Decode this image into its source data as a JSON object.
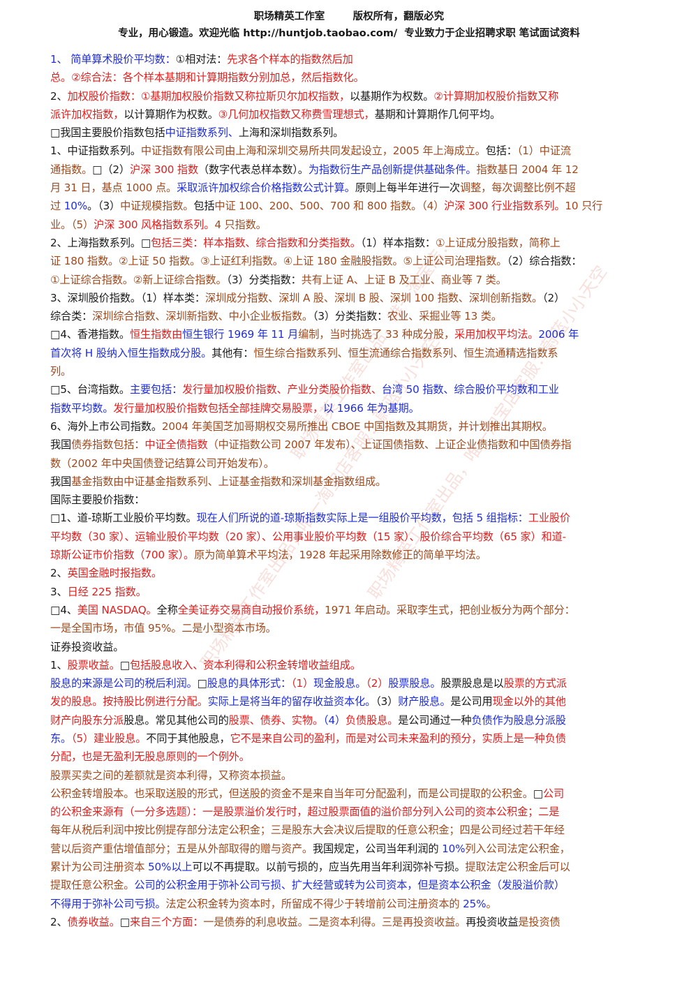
{
  "header": {
    "line1": "职场精英工作室        版权所有，翻版必究",
    "line2": "专业，用心锻造。欢迎光临 http://huntjob.taobao.com/  专业致力于企业招聘求职 笔试面试资料"
  },
  "watermark": {
    "text": "职场精英工作室出品，唯一淘宝店：",
    "text2": "职场精英工作室出品，唯一淘宝店客服：蔚蓝小小天空"
  },
  "colors": {
    "black": "#1a1a1a",
    "red": "#e0201f",
    "blue": "#1f2ed8",
    "brown": "#9e4a1e"
  },
  "lines": [
    [
      [
        "b",
        "1、 简单算术股价平均数："
      ],
      [
        "k",
        "①相对法："
      ],
      [
        "r",
        "先求各个样本的指数然后加"
      ]
    ],
    [
      [
        "r",
        "总。②综合法：各个样本基期和计算期指数分别加总，然后指数化。"
      ]
    ],
    [
      [
        "k",
        "2、"
      ],
      [
        "r",
        "加权股价指数：①基期加权股价指数又称拉斯贝尔加权指数，"
      ],
      [
        "k",
        "以基期作为权数。"
      ],
      [
        "r",
        "②计算期加权股价指数又称"
      ]
    ],
    [
      [
        "r",
        "派许加权指数，"
      ],
      [
        "k",
        "以计算期作为权数。"
      ],
      [
        "r",
        "③几何加权指数又称费雪理想式，"
      ],
      [
        "k",
        "基期和计算期作几何平均。"
      ]
    ],
    [
      [
        "k",
        "□我国主要股价指数包括"
      ],
      [
        "b",
        "中证指数系列、"
      ],
      [
        "k",
        "上海和深圳指数系列。"
      ]
    ],
    [
      [
        "k",
        "1、中证指数系列。"
      ],
      [
        "o",
        "中证指数有限公司由上海和深圳交易所共同发起设立，2005 年上海成立。"
      ],
      [
        "k",
        "包括："
      ],
      [
        "o",
        "（1）中证流"
      ]
    ],
    [
      [
        "o",
        "通指数。"
      ],
      [
        "k",
        "□（2）"
      ],
      [
        "r",
        "沪深 300 指数"
      ],
      [
        "k",
        "（数字代表总样本数）。"
      ],
      [
        "b",
        "为指数衍生产品创新提供基础条件。"
      ],
      [
        "o",
        "指数基日 2004 年 12"
      ]
    ],
    [
      [
        "o",
        "月 31 日，基点 1000 点。"
      ],
      [
        "b",
        "采取派许加权综合价格指数公式计算。"
      ],
      [
        "k",
        "原则上每半年进行一次"
      ],
      [
        "o",
        "调整，每次调整比例不超"
      ]
    ],
    [
      [
        "o",
        "过 "
      ],
      [
        "b",
        "10%"
      ],
      [
        "k",
        "。（3）"
      ],
      [
        "o",
        "中证规模指数。"
      ],
      [
        "k",
        "包括"
      ],
      [
        "o",
        "中证 100、200、500、700 和 800 指数。（4）"
      ],
      [
        "r",
        "沪深 300 行业指数系列。"
      ],
      [
        "o",
        "10 只行"
      ]
    ],
    [
      [
        "o",
        "业。（5）"
      ],
      [
        "r",
        "沪深 300 风格指数系列。"
      ],
      [
        "o",
        "4 只指数。"
      ]
    ],
    [
      [
        "k",
        "2、上海指数系列。□"
      ],
      [
        "r",
        "包括三类：样本指数、综合指数和分类指数。"
      ],
      [
        "k",
        "（1）样本指数："
      ],
      [
        "o",
        "①上证成分股指数，简称上"
      ]
    ],
    [
      [
        "o",
        "证 180 指数。②上证 50 指数。③上证红利指数。④上证 180 金融股指数。⑤上证公司治理指数。"
      ],
      [
        "k",
        "（2）综合指数："
      ]
    ],
    [
      [
        "o",
        "①上证综合指数。②新上证综合指数。"
      ],
      [
        "k",
        "（3）分类指数："
      ],
      [
        "o",
        "共有上证 A、上证 B 及工业、商业等 7 类。"
      ]
    ],
    [
      [
        "k",
        " 3、深圳股价指数。（1）样本类："
      ],
      [
        "o",
        "深圳成分指数、深圳 A 股、深圳 B 股、深圳 100 指数、深圳创新指数。"
      ],
      [
        "k",
        "（2）"
      ]
    ],
    [
      [
        "k",
        "综合类："
      ],
      [
        "o",
        "深圳综合指数、深圳新指数、中小企业板指数。"
      ],
      [
        "k",
        "（3）分类指数："
      ],
      [
        "o",
        "农业、采掘业等 13 类。"
      ]
    ],
    [
      [
        "k",
        " □4、香港指数。"
      ],
      [
        "r",
        "恒生指数由"
      ],
      [
        "b",
        "恒生银行 1969 年 11 月"
      ],
      [
        "o",
        "编制，当时挑选了 33 种成分股，"
      ],
      [
        "r",
        "采用加权平均法。"
      ],
      [
        "b",
        "2006 年"
      ]
    ],
    [
      [
        "b",
        "首次将 H 股纳入恒生指数成分股。"
      ],
      [
        "k",
        "其他有："
      ],
      [
        "o",
        "恒生综合指数系列、恒生流通综合指数系列、恒生流通精选指数系"
      ]
    ],
    [
      [
        "o",
        "列。"
      ]
    ],
    [
      [
        "k",
        " □5、台湾指数。"
      ],
      [
        "b",
        "主要包括："
      ],
      [
        "r",
        "发行量加权股价指数、产业分类股价指数、"
      ],
      [
        "b",
        "台湾 50 指数、综合股价平均数和工业"
      ]
    ],
    [
      [
        "b",
        "指数平均数。"
      ],
      [
        "r",
        "发行量加权股价指数包括全部挂牌交易股票，"
      ],
      [
        "b",
        "以 1966 年为基期。"
      ]
    ],
    [
      [
        "k",
        "6、海外上市公司指数。"
      ],
      [
        "o",
        "2004 年美国芝加哥期权交易所推出 CBOE 中国指数及其期货，并计划推出其期权。"
      ]
    ],
    [
      [
        "k",
        "我国"
      ],
      [
        "o",
        "债券指数包括："
      ],
      [
        "r",
        "中证全债指数"
      ],
      [
        "o",
        "（中证指数公司 2007 年发布）、上证国债指数、上证企业债指数和中国债券指"
      ]
    ],
    [
      [
        "o",
        "数（2002 年中央国债登记结算公司开始发布）。"
      ]
    ],
    [
      [
        "k",
        "我国"
      ],
      [
        "o",
        "基金指数由中证基金指数系列、上证基金指数和深圳基金指数组成。"
      ]
    ],
    [
      [
        "k",
        "国际主要股价指数："
      ]
    ],
    [
      [
        "k",
        "□1、道-琼斯工业股价平均数。"
      ],
      [
        "b",
        "现在人们所说的道-琼斯指数实际上是一组股价平均数，包括 5 组指标："
      ],
      [
        "r",
        "工业股价"
      ]
    ],
    [
      [
        "r",
        "平均数（30 家）、运输业股价平均数（20 家）、公用事业股价平均数（15 家）、股价综合平均数（65 家）和道-"
      ]
    ],
    [
      [
        "r",
        "琼斯公证市价指数（700 家）。"
      ],
      [
        "o",
        "原为简单算术平均法，1928 年起采用除数修正的简单平均法。"
      ]
    ],
    [
      [
        "k",
        " 2、"
      ],
      [
        "r",
        "英国金融时报指数。"
      ]
    ],
    [
      [
        "k",
        " 3、"
      ],
      [
        "r",
        "日经 225 指数。"
      ]
    ],
    [
      [
        "k",
        " □4、"
      ],
      [
        "r",
        "美国 NASDAQ。"
      ],
      [
        "k",
        "全称"
      ],
      [
        "r",
        "全美证券交易商自动报价系统，"
      ],
      [
        "o",
        "1971 年启动。采取李生式，把创业板分为两个部分："
      ]
    ],
    [
      [
        "o",
        "一是全国市场，市值 95%。二是小型资本市场。"
      ]
    ],
    [
      [
        "k",
        "证券投资收益。"
      ]
    ],
    [
      [
        "k",
        " 1、"
      ],
      [
        "r",
        "股票收益。"
      ],
      [
        "k",
        "□"
      ],
      [
        "r",
        "包括股息收入、资本利得和公积金转增收益组成。"
      ]
    ],
    [
      [
        "b",
        "股息的来源是公司的税后利润。"
      ],
      [
        "k",
        "□"
      ],
      [
        "b",
        "股息的具体形式："
      ],
      [
        "r",
        "（1）"
      ],
      [
        "b",
        "现金股息。"
      ],
      [
        "r",
        "（2）"
      ],
      [
        "b",
        "股票股息。"
      ],
      [
        "k",
        "股票股息是以"
      ],
      [
        "r",
        "股票的方式派"
      ]
    ],
    [
      [
        "r",
        "发的股息。按持股比例进行分配。"
      ],
      [
        "b",
        "实际上是将当年的留存收益资本化。"
      ],
      [
        "k",
        "（3）"
      ],
      [
        "b",
        "财产股息。"
      ],
      [
        "k",
        "是公司用"
      ],
      [
        "r",
        "现金以外的其他"
      ]
    ],
    [
      [
        "r",
        "财产向股东分派"
      ],
      [
        "k",
        "股息。常见其他公司的"
      ],
      [
        "r",
        "股票、债券、实物。"
      ],
      [
        "b",
        "（4）"
      ],
      [
        "r",
        "负债股息。"
      ],
      [
        "k",
        "是公司通过一种"
      ],
      [
        "b",
        "负债作为股息分派股"
      ]
    ],
    [
      [
        "b",
        "东。"
      ],
      [
        "r",
        "（5）建业股息。"
      ],
      [
        "k",
        "不同于其他股息，"
      ],
      [
        "r",
        "它不是来自公司的盈利，而是对公司未来盈利的预分，实质上是一种负债"
      ]
    ],
    [
      [
        "r",
        "分配，也是无盈利无股息原则的一个例外。"
      ]
    ],
    [
      [
        "o",
        "股票买卖之间的差额就是资本利得，又称资本损益。"
      ]
    ],
    [
      [
        "o",
        "公积金转增股本。也采取送股的形式，但送股的资金不是来自当年可分配盈利，而是公司提取的公积金。"
      ],
      [
        "k",
        "□"
      ],
      [
        "r",
        "公司"
      ]
    ],
    [
      [
        "r",
        "的公积金来源有（一分多选题）：一是股票溢价发行时，超过股票面值的溢价部分列入公司的资本公积金；二是"
      ]
    ],
    [
      [
        "o",
        "每年从税后利润中按比例提存部分法定公积金；三是股东大会决议后提取的任意公积金；四是公司经过若干年经"
      ]
    ],
    [
      [
        "o",
        "营以后资产重估增值部分；五是从外部取得的赠与资产。"
      ],
      [
        "k",
        "我国规定，公司当年利润的 "
      ],
      [
        "b",
        "10%"
      ],
      [
        "o",
        "列入公司法定公积金，"
      ]
    ],
    [
      [
        "o",
        "累计为公司注册资本 "
      ],
      [
        "b",
        "50%以上"
      ],
      [
        "k",
        "可以不再提取。以前亏损的，应当先用当年利润弥补亏损。"
      ],
      [
        "o",
        "提取法定公积金后可以"
      ]
    ],
    [
      [
        "o",
        "提取任意公积金。"
      ],
      [
        "b",
        "公司的公积金用于弥补公司亏损、扩大经营或转为公司资本，但是资本公积金（发股溢价款）"
      ]
    ],
    [
      [
        "b",
        "不得用于弥补公司亏损。"
      ],
      [
        "o",
        "法定公积金转为资本时，所留成不得少于转增前公司注册资本的 "
      ],
      [
        "b",
        "25%"
      ],
      [
        "o",
        "。"
      ]
    ],
    [
      [
        "k",
        "2、"
      ],
      [
        "r",
        "债券收益。"
      ],
      [
        "k",
        "□"
      ],
      [
        "r",
        "来自三个方面："
      ],
      [
        "o",
        "一是债券的利息收益。二是资本利得。三是再投资收益。"
      ],
      [
        "k",
        "再投资收益"
      ],
      [
        "o",
        "是投资债"
      ]
    ]
  ]
}
